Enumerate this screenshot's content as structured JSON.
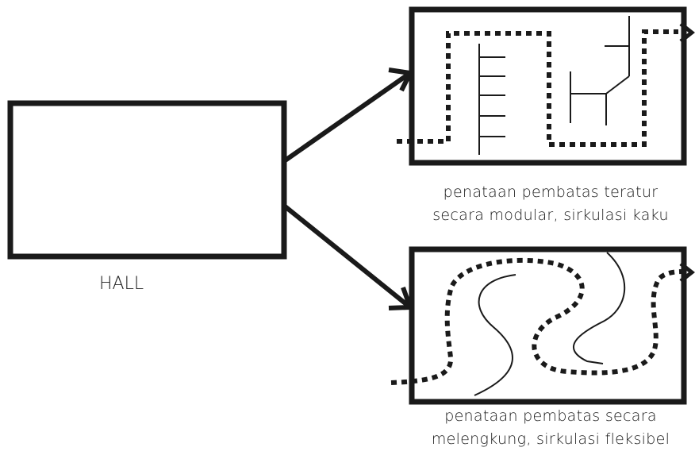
{
  "hall": {
    "label": "HALL"
  },
  "modular": {
    "caption_line1": "penataan pembatas teratur",
    "caption_line2": "secara modular, sirkulasi kaku"
  },
  "curved": {
    "caption_line1": "penataan pembatas secara",
    "caption_line2": "melengkung, sirkulasi fleksibel"
  },
  "colors": {
    "ink": "#1a1a1a",
    "background": "#ffffff"
  }
}
